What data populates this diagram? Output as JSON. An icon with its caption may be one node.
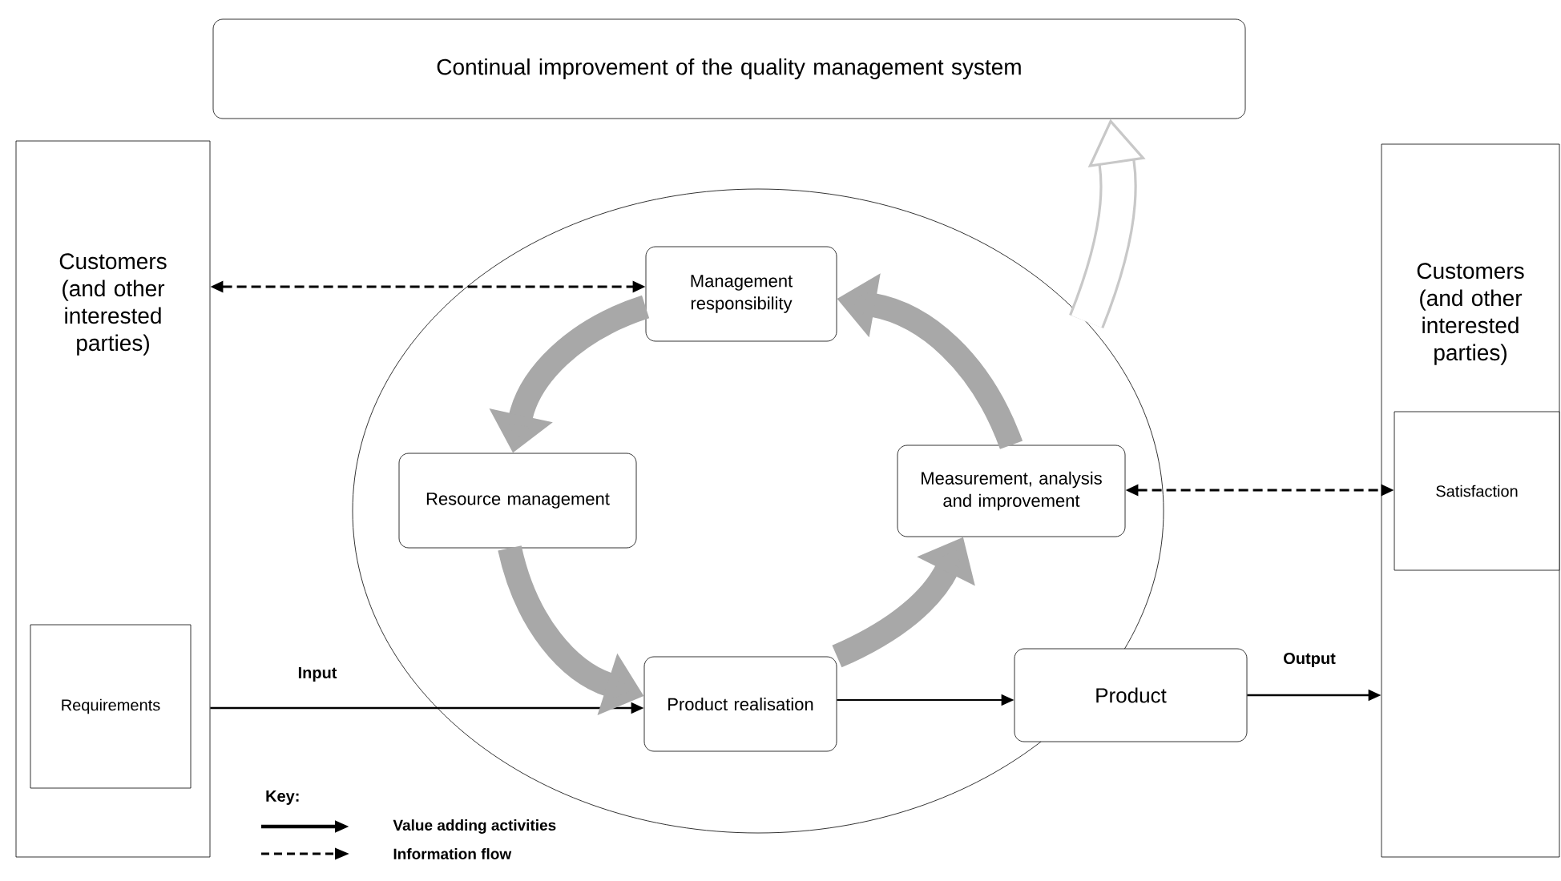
{
  "diagram": {
    "nodes": [
      {
        "text": [
          "Continual improvement of the quality management system"
        ]
      },
      {
        "text": [
          "Customers (and other interested parties)"
        ]
      },
      {
        "text": [
          "Requirements"
        ],
        "in": 1
      },
      {
        "text": [],
        "shape": "ellipse"
      },
      {
        "text": [
          "Management responsibility"
        ],
        "in": 3
      },
      {
        "text": [
          "Resource management"
        ],
        "in": 3
      },
      {
        "text": [
          "Measurement, analysis and improvement"
        ],
        "in": 3
      },
      {
        "text": [
          "Product realisation"
        ],
        "in": 3
      },
      {
        "text": [
          "Product"
        ]
      },
      {
        "text": [
          "Customers (and other interested parties)"
        ]
      },
      {
        "text": [
          "Satisfaction"
        ],
        "in": 9
      }
    ],
    "edges": [
      {
        "from": 1,
        "to": 4,
        "arrow": "both",
        "style": "dashed"
      },
      {
        "from": 6,
        "to": 10,
        "arrow": "both",
        "style": "dashed"
      },
      {
        "from": 1,
        "to": 7,
        "arrow": "to",
        "label": "Input"
      },
      {
        "from": 7,
        "to": 8,
        "arrow": "to"
      },
      {
        "from": 8,
        "to": 9,
        "arrow": "to",
        "label": "Output"
      },
      {
        "from": 4,
        "to": 5,
        "arrow": "to",
        "style": "thick",
        "color": "#a8a8a8"
      },
      {
        "from": 5,
        "to": 7,
        "arrow": "to",
        "style": "thick",
        "color": "#a8a8a8"
      },
      {
        "from": 7,
        "to": 6,
        "arrow": "to",
        "style": "thick",
        "color": "#a8a8a8"
      },
      {
        "from": 6,
        "to": 4,
        "arrow": "to",
        "style": "thick",
        "color": "#a8a8a8"
      },
      {
        "from": 3,
        "to": 0,
        "arrow": "to",
        "style": "thick",
        "color": "#c8c8c8"
      }
    ],
    "labels": [
      "Key:"
    ],
    "legend": [
      {
        "text": "Value adding activities"
      },
      {
        "text": "Information flow"
      }
    ]
  }
}
